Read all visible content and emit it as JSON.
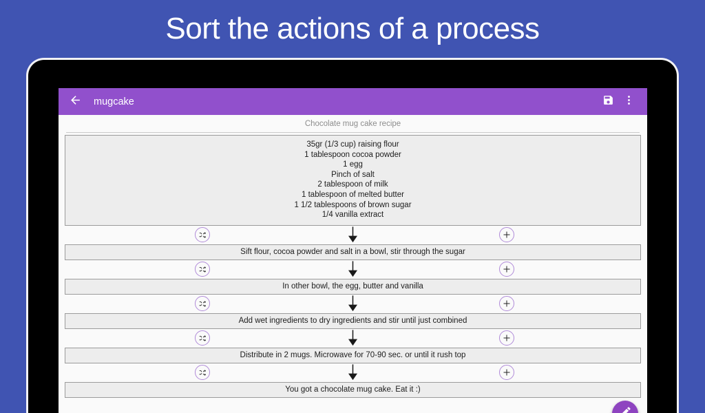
{
  "promo": {
    "title": "Sort the actions of a process",
    "background_color": "#4054B2",
    "text_color": "#FFFFFF"
  },
  "theme": {
    "toolbar_color": "#9150CC",
    "accent_purple": "#8E44C0",
    "circle_outline": "#B08AD8",
    "box_fill": "#EDEDED",
    "box_border": "#9B9B9B",
    "screen_background": "#FAFAFA",
    "body_text": "#1C1C1C",
    "muted_text": "#8D8D8D"
  },
  "toolbar": {
    "back_icon": "arrow-back-icon",
    "title": "mugcake",
    "save_icon": "save-icon",
    "overflow_icon": "more-vert-icon"
  },
  "content": {
    "recipe_title": "Chocolate mug cake recipe",
    "ingredients": [
      "35gr (1/3 cup) raising flour",
      "1 tablespoon cocoa powder",
      "1 egg",
      "Pinch of salt",
      "2 tablespoon of milk",
      "1 tablespoon of melted butter",
      "1 1/2 tablespoons of brown sugar",
      "1/4 vanilla extract"
    ],
    "connector_icons": {
      "shuffle": "shuffle-icon",
      "arrow": "arrow-down-icon",
      "add": "plus-circle-icon"
    },
    "steps": [
      "Sift flour, cocoa powder and salt in a bowl, stir through the sugar",
      "In other bowl, the egg, butter and vanilla",
      "Add wet ingredients to dry ingredients and stir until just combined",
      "Distribute in 2 mugs. Microwave for 70-90 sec. or until it rush top",
      "You got a chocolate mug cake. Eat it :)"
    ]
  },
  "fab": {
    "icon": "edit-pencil-icon",
    "color": "#8E44C0"
  }
}
